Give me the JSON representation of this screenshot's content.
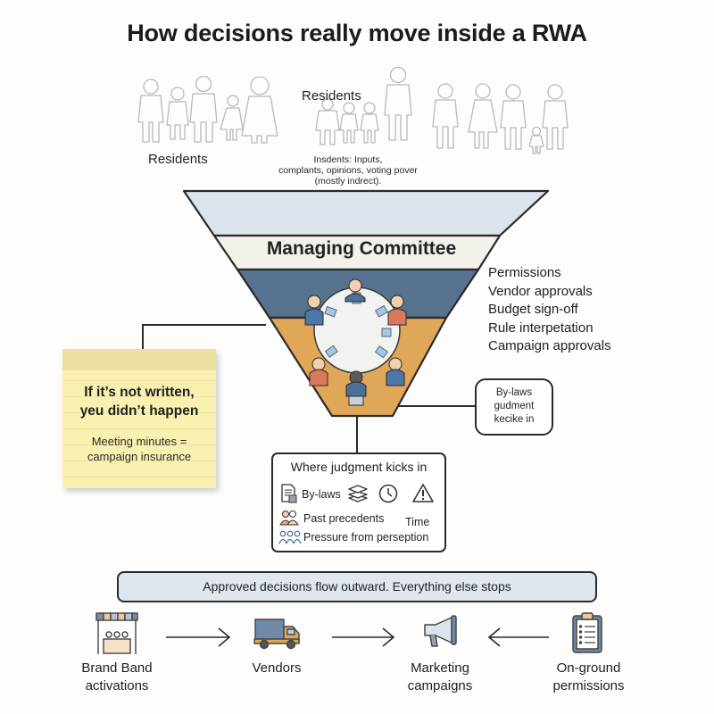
{
  "title": "How decisions really move inside a RWA",
  "residents": {
    "label_left": "Residents",
    "label_center": "Residents",
    "note_lines": [
      "Insdents: Inputs,",
      "complants, opinions, voting pover",
      "(mostly indrect)."
    ]
  },
  "funnel": {
    "layer_label": "Managing Committee",
    "colors": {
      "top_band": "#dbe3ec",
      "label_band": "#f3f1ea",
      "blue_band": "#56728f",
      "orange_band": "#e0a758",
      "table": "#f2f2f0",
      "outline": "#2a2a2a"
    }
  },
  "powers": [
    "Permissions",
    "Vendor approvals",
    "Budget sign-off",
    "Rule interpetation",
    "Campaign approvals"
  ],
  "sticky_note": {
    "heading_lines": [
      "If it’s not written,",
      "yeu didn’t happen"
    ],
    "sub_lines": [
      "Meeting minutes =",
      "campaign insurance"
    ]
  },
  "bylaws_callout": [
    "By-laws",
    "gudment",
    "kecike in"
  ],
  "judgment_box": {
    "title": "Where judgment kicks in",
    "items": [
      {
        "icon": "document-icon",
        "label": "By-laws"
      },
      {
        "icon": "stack-icon",
        "label": ""
      },
      {
        "icon": "clock-icon",
        "label": "Time"
      },
      {
        "icon": "warning-icon",
        "label": ""
      },
      {
        "icon": "people-pair-icon",
        "label": "Past precedents"
      },
      {
        "icon": "group-icon",
        "label": "Pressure from perseption"
      }
    ]
  },
  "flow_bar": "Approved decisions flow outward. Everything else stops",
  "outputs": [
    {
      "icon": "stall-icon",
      "lines": [
        "Brand Band",
        "activations"
      ]
    },
    {
      "icon": "truck-icon",
      "lines": [
        "Vendors"
      ]
    },
    {
      "icon": "megaphone-icon",
      "lines": [
        "Marketing",
        "campaigns"
      ]
    },
    {
      "icon": "clipboard-icon",
      "lines": [
        "On-ground",
        "permissions"
      ]
    }
  ]
}
